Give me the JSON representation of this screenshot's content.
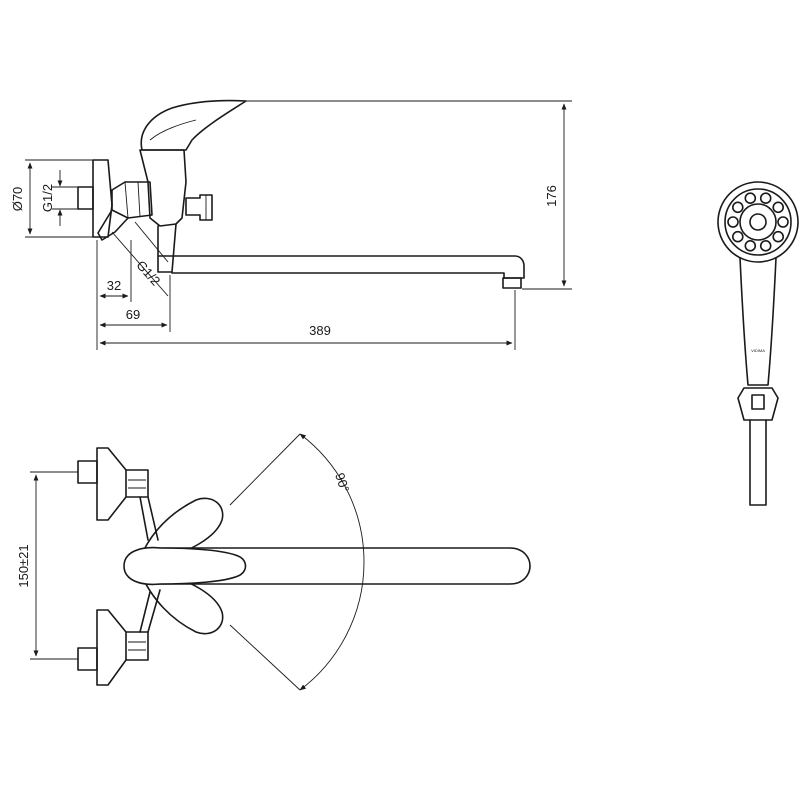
{
  "dimensions": {
    "diameter": "Ø70",
    "thread_inlet": "G1/2",
    "thread_outlet": "G1/2",
    "offset_32": "32",
    "offset_69": "69",
    "spout_length": "389",
    "height": "176",
    "swivel_angle": "90°",
    "centre_distance": "150±21"
  },
  "shower_head": {
    "brand_text": "VIDIMA"
  }
}
